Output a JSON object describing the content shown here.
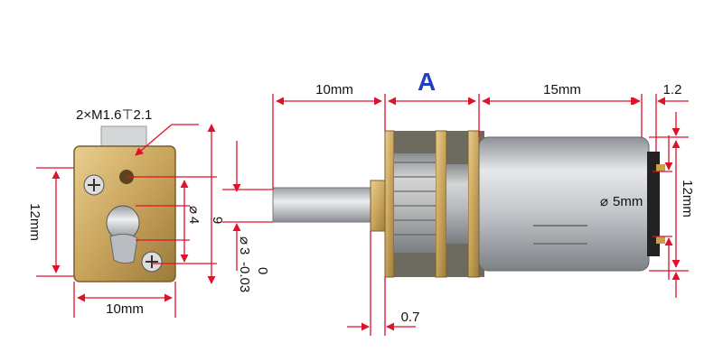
{
  "diagram": {
    "section_marker": "A",
    "front_view": {
      "screw_spec": "2×M1.6⊤2.1",
      "height_dim": "12mm",
      "width_dim": "10mm",
      "hole_spacing_dim": "9",
      "shaft_offset_dim": "4"
    },
    "side_view": {
      "shaft_length_dim": "10mm",
      "shaft_diameter_dim": "3",
      "shaft_tolerance_upper": "0",
      "shaft_tolerance_lower": "-0.03",
      "plate_thickness_dim": "0.7",
      "motor_length_dim": "15mm",
      "rear_cap_dim": "1.2",
      "motor_height_dim": "12mm",
      "boss_diameter_dim": "5mm"
    },
    "colors": {
      "dimension_line": "#e0112a",
      "label_text": "#111111",
      "marker": "#1f3fbf",
      "brass": "#c9a45c",
      "steel": "#c8cbd0"
    }
  }
}
